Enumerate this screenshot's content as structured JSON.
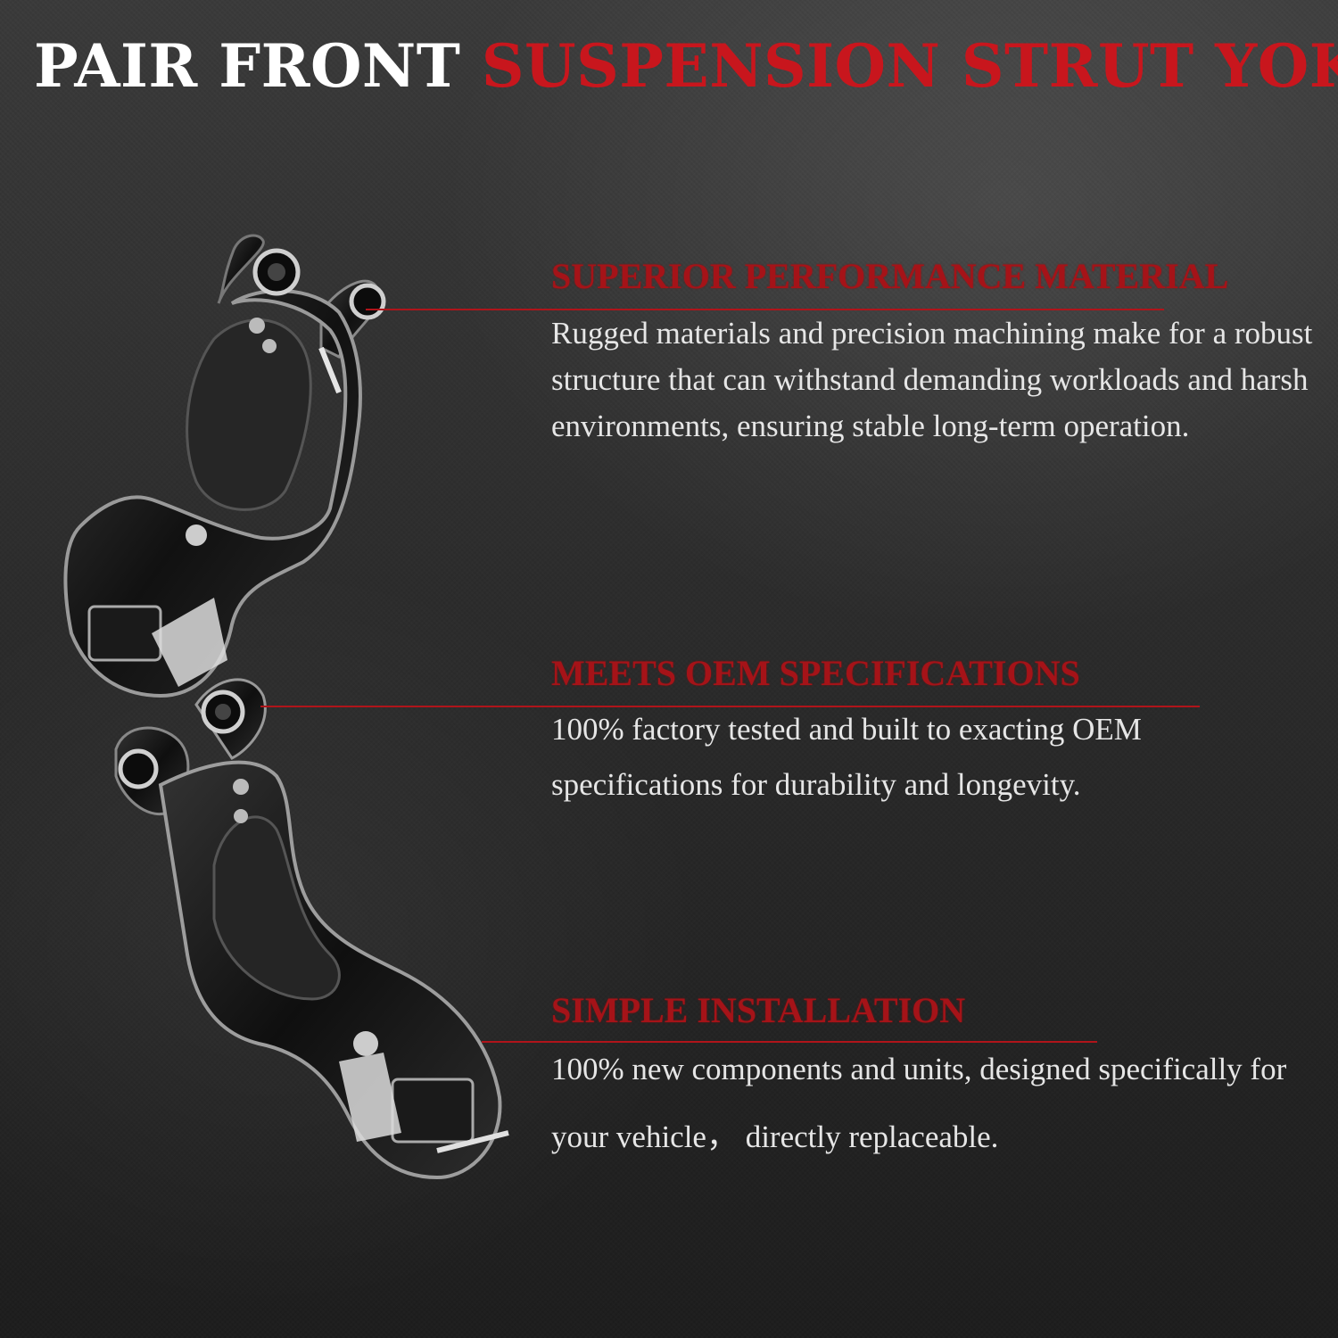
{
  "title": {
    "white": "PAIR FRONT",
    "red": "SUSPENSION STRUT YOKE"
  },
  "features": [
    {
      "heading": "SUPERIOR PERFORMANCE MATERIAL",
      "body": "Rugged materials and precision machining make for a robust structure that can withstand demanding workloads and harsh environments, ensuring stable long-term operation."
    },
    {
      "heading": "MEETS OEM SPECIFICATIONS",
      "body": "100% factory tested and built to exacting OEM specifications for durability and longevity."
    },
    {
      "heading": "SIMPLE INSTALLATION",
      "body": "100% new components and units, designed specifically for your vehicle， directly replaceable."
    }
  ],
  "colors": {
    "accent_red": "#c8161d",
    "heading_red": "#a51318",
    "text": "#e6e6e6"
  },
  "images": [
    "strut-yoke-upper",
    "strut-yoke-lower"
  ]
}
